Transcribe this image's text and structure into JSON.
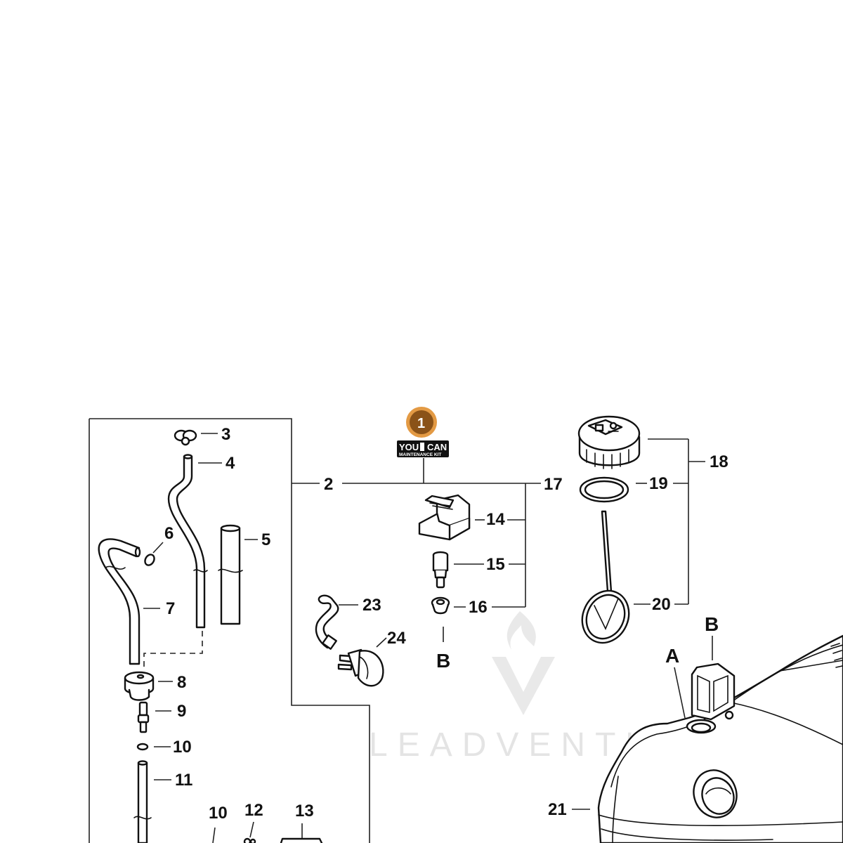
{
  "labels": {
    "p2": "2",
    "p3": "3",
    "p4": "4",
    "p5": "5",
    "p6": "6",
    "p7": "7",
    "p8": "8",
    "p9": "9",
    "p10": "10",
    "p10b": "10",
    "p11": "11",
    "p12": "12",
    "p13": "13",
    "p14": "14",
    "p15": "15",
    "p16": "16",
    "p17": "17",
    "p18": "18",
    "p19": "19",
    "p20": "20",
    "p21": "21",
    "p23": "23",
    "p24": "24",
    "refA": "A",
    "refB": "B",
    "refB2": "B"
  },
  "kit_badge": {
    "number": "1",
    "brand_left": "YOU",
    "brand_right": "CAN",
    "subtitle": "MAINTENANCE KIT",
    "color": "#8a5218"
  },
  "watermark": {
    "text": "LEADVENTURE",
    "color": "#e4e4e4"
  }
}
